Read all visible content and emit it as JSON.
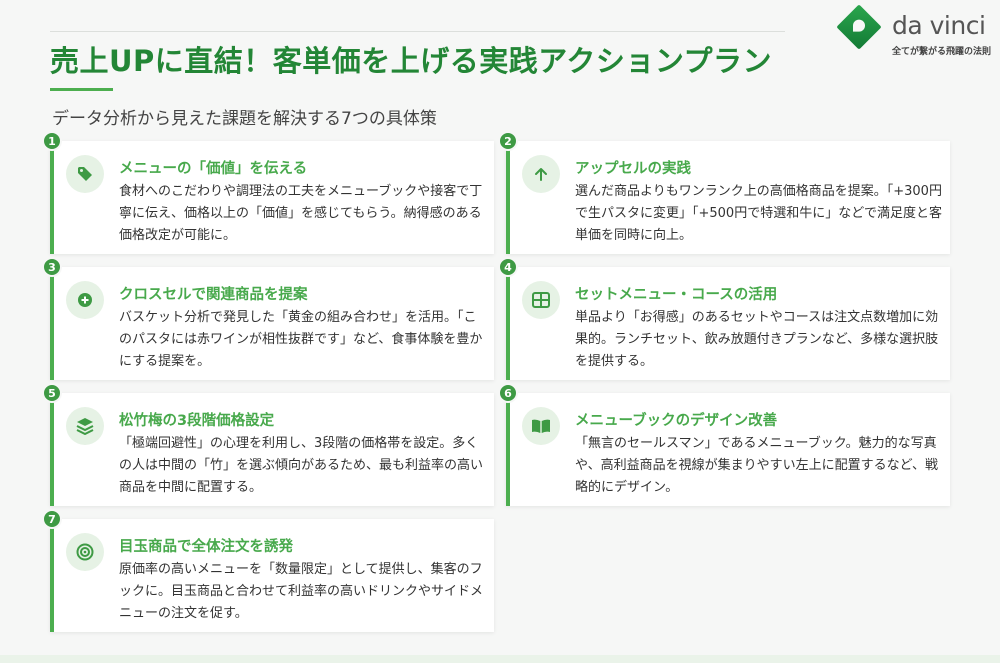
{
  "header": {
    "title": "売上UPに直結！客単価を上げる実践アクションプラン",
    "subtitle": "データ分析から見えた課題を解決する7つの具体策"
  },
  "logo": {
    "name": "da vinci",
    "tagline": "全てが繋がる飛躍の法則",
    "color": "#1f8f3f"
  },
  "colors": {
    "accent": "#4cae4f",
    "title": "#238636",
    "icon_bg": "#e6f2e5"
  },
  "cards": [
    {
      "number": "1",
      "icon": "tag-icon",
      "title": "メニューの「価値」を伝える",
      "body": "食材へのこだわりや調理法の工夫をメニューブックや接客で丁寧に伝え、価格以上の「価値」を感じてもらう。納得感のある価格改定が可能に。"
    },
    {
      "number": "2",
      "icon": "arrow-up-icon",
      "title": "アップセルの実践",
      "body": "選んだ商品よりもワンランク上の高価格商品を提案。「+300円で生パスタに変更」「+500円で特選和牛に」などで満足度と客単価を同時に向上。"
    },
    {
      "number": "3",
      "icon": "plus-circle-icon",
      "title": "クロスセルで関連商品を提案",
      "body": "バスケット分析で発見した「黄金の組み合わせ」を活用。「このパスタには赤ワインが相性抜群です」など、食事体験を豊かにする提案を。"
    },
    {
      "number": "4",
      "icon": "grid-icon",
      "title": "セットメニュー・コースの活用",
      "body": "単品より「お得感」のあるセットやコースは注文点数増加に効果的。ランチセット、飲み放題付きプランなど、多様な選択肢を提供する。"
    },
    {
      "number": "5",
      "icon": "layers-icon",
      "title": "松竹梅の3段階価格設定",
      "body": "「極端回避性」の心理を利用し、3段階の価格帯を設定。多くの人は中間の「竹」を選ぶ傾向があるため、最も利益率の高い商品を中間に配置する。"
    },
    {
      "number": "6",
      "icon": "book-icon",
      "title": "メニューブックのデザイン改善",
      "body": "「無言のセールスマン」であるメニューブック。魅力的な写真や、高利益商品を視線が集まりやすい左上に配置するなど、戦略的にデザイン。"
    },
    {
      "number": "7",
      "icon": "target-icon",
      "title": "目玉商品で全体注文を誘発",
      "body": "原価率の高いメニューを「数量限定」として提供し、集客のフックに。目玉商品と合わせて利益率の高いドリンクやサイドメニューの注文を促す。"
    }
  ]
}
